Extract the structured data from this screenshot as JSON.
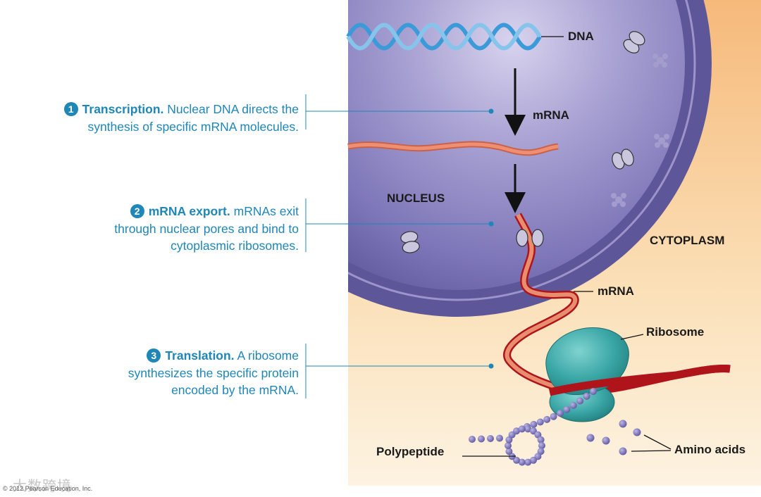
{
  "steps": [
    {
      "number": "1",
      "title": "Transcription.",
      "text_line1": "Nuclear DNA directs the",
      "text_line2": "synthesis of specific mRNA molecules."
    },
    {
      "number": "2",
      "title": "mRNA export.",
      "text_line1": "mRNAs exit",
      "text_line2": "through nuclear pores and bind to",
      "text_line3": "cytoplasmic ribosomes."
    },
    {
      "number": "3",
      "title": "Translation.",
      "text_line1": "A ribosome",
      "text_line2": "synthesizes the specific protein",
      "text_line3": "encoded by the mRNA."
    }
  ],
  "labels": {
    "dna": "DNA",
    "mrna_nucleus": "mRNA",
    "nucleus": "NUCLEUS",
    "cytoplasm": "CYTOPLASM",
    "mrna_cytoplasm": "mRNA",
    "ribosome": "Ribosome",
    "polypeptide": "Polypeptide",
    "amino_acids": "Amino acids"
  },
  "copyright": "© 2012 Pearson Education, Inc.",
  "watermark": "大数跨境",
  "colors": {
    "step_blue": "#1f86b8",
    "nucleus_purple": "#6e67ad",
    "cytoplasm_peach": "#fbe4bd",
    "mrna_red": "#c4151c",
    "mrna_salmon": "#e07a5a",
    "ribosome_teal": "#3aa6a6",
    "amino_acid_purple": "#7b73b8"
  }
}
